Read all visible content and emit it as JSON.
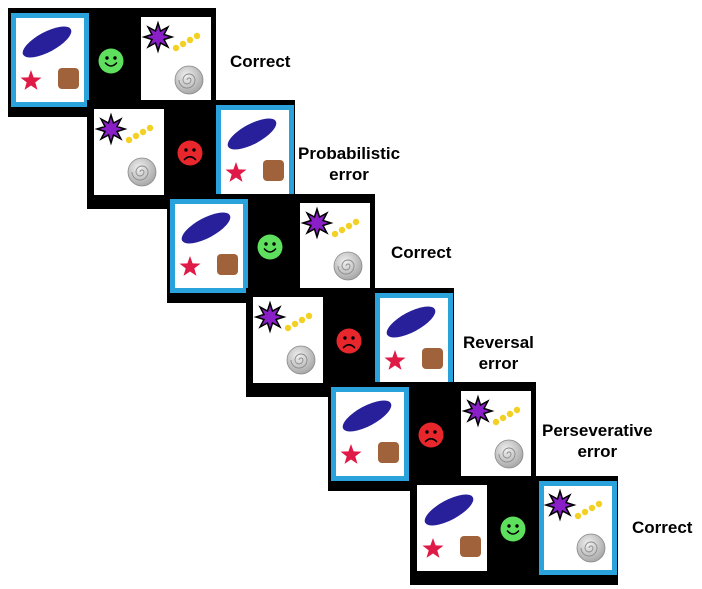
{
  "colors": {
    "frame": "#000000",
    "selected_border": "#2aa3dc",
    "happy_face": "#5ee05e",
    "sad_face": "#e8272d",
    "ellipse": "#27209a",
    "star_red": "#e01a47",
    "square_brown": "#a0623a",
    "star_purple": "#8b1fc7",
    "dots_yellow": "#f2d024",
    "sphere_grey": "#a9a9a9"
  },
  "trials": [
    {
      "feedback": "happy-face-icon",
      "selected": "left",
      "label": "Correct"
    },
    {
      "feedback": "sad-face-icon",
      "selected": "right",
      "label": "Probabilistic\nerror"
    },
    {
      "feedback": "happy-face-icon",
      "selected": "left",
      "label": "Correct"
    },
    {
      "feedback": "sad-face-icon",
      "selected": "right",
      "label": "Reversal\nerror"
    },
    {
      "feedback": "sad-face-icon",
      "selected": "left",
      "label": "Perseverative\nerror"
    },
    {
      "feedback": "happy-face-icon",
      "selected": "right",
      "label": "Correct"
    }
  ]
}
